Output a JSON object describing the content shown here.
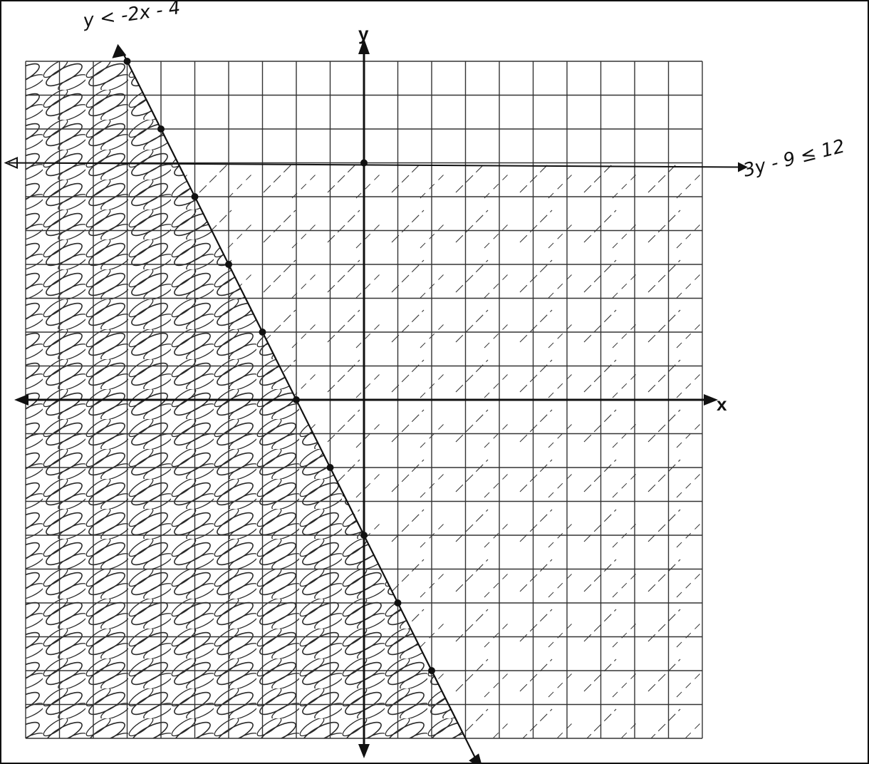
{
  "axes": {
    "x_label": "x",
    "y_label": "y",
    "xlim": [
      -10,
      10
    ],
    "ylim": [
      -10,
      10
    ],
    "grid": true
  },
  "lines": [
    {
      "label": "y < -2x - 4",
      "slope": -2,
      "intercept": -4,
      "style": "solid",
      "shading": "below-left"
    },
    {
      "label": "3y - 9 ≤ 12",
      "horizontal_y": 7,
      "style": "solid",
      "shading": "below"
    }
  ],
  "plotted_points": [
    {
      "x": -7,
      "y": 10
    },
    {
      "x": -6,
      "y": 8
    },
    {
      "x": -5,
      "y": 6
    },
    {
      "x": -4,
      "y": 4
    },
    {
      "x": -3,
      "y": 2
    },
    {
      "x": -2,
      "y": 0
    },
    {
      "x": -1,
      "y": -2
    },
    {
      "x": 0,
      "y": -4
    },
    {
      "x": 1,
      "y": -6
    },
    {
      "x": 2,
      "y": -8
    },
    {
      "x": 0,
      "y": 7
    }
  ],
  "colors": {
    "ink": "#111111",
    "grid": "#333333",
    "background": "#ffffff"
  }
}
